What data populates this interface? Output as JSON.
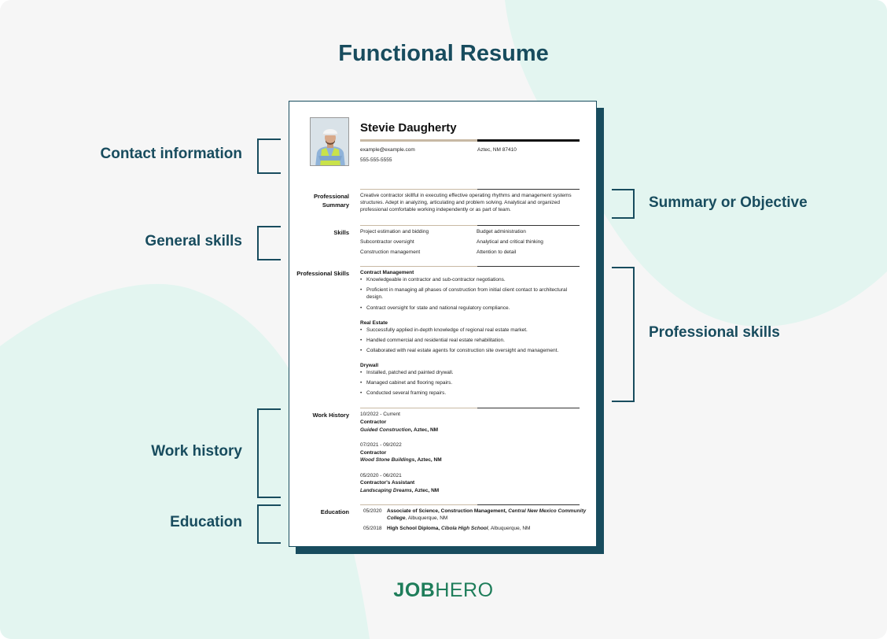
{
  "heading": "Functional Resume",
  "labels": {
    "contact": "Contact information",
    "general_skills": "General skills",
    "work_history": "Work history",
    "education": "Education",
    "summary": "Summary or Objective",
    "professional_skills": "Professional skills"
  },
  "colors": {
    "accent": "#184c5e",
    "tan": "#c8b9a4",
    "blob": "#e3f5f0",
    "brand": "#1e7d5a"
  },
  "resume": {
    "name": "Stevie Daugherty",
    "email": "example@example.com",
    "location": "Aztec, NM 87410",
    "phone": "555-555-5555",
    "summary_title_1": "Professional",
    "summary_title_2": "Summary",
    "summary": "Creative contractor skillful in executing effective operating rhythms and management systems structures. Adept in analyzing, articulating and problem solving. Analytical and organized professional comfortable working independently or as part of team.",
    "skills_title": "Skills",
    "skills": [
      "Project estimation and bidding",
      "Budget administration",
      "Subcontractor oversight",
      "Analytical and critical thinking",
      "Construction management",
      "Attention to detail"
    ],
    "pro_skills_title": "Professional Skills",
    "pro_groups": [
      {
        "title": "Contract Management",
        "items": [
          "Knowledgeable in contractor and sub-contractor negotiations.",
          "Proficient in managing all phases of construction from initial client contact to architectural design.",
          "Contract oversight for state and national regulatory compliance."
        ]
      },
      {
        "title": "Real Estate",
        "items": [
          "Successfully applied in-depth knowledge of regional real estate market.",
          "Handled commercial and residential real estate rehabilitation.",
          "Collaborated with real estate agents for construction site oversight and management."
        ]
      },
      {
        "title": "Drywall",
        "items": [
          "Installed, patched and painted drywall.",
          "Managed cabinet and flooring repairs.",
          "Conducted several framing repairs."
        ]
      }
    ],
    "work_title": "Work History",
    "jobs": [
      {
        "dates": "10/2022 - Current",
        "role": "Contractor",
        "company": "Guided Construction",
        "place": ", Aztec, NM"
      },
      {
        "dates": "07/2021 - 09/2022",
        "role": "Contractor",
        "company": "Wood Stone Buildings",
        "place": ", Aztec, NM"
      },
      {
        "dates": "05/2020 - 06/2021",
        "role": "Contractor's Assistant",
        "company": "Landscaping Dreams",
        "place": ", Aztec, NM"
      }
    ],
    "edu_title": "Education",
    "education": [
      {
        "date": "05/2020",
        "degree": "Associate of Science, Construction Management",
        "sep": ", ",
        "school": "Central New Mexico Community",
        "school_2": "College",
        "place": ", Albuquerque, NM"
      },
      {
        "date": "05/2018",
        "degree": "High School Diploma",
        "sep": ", ",
        "school": "Cibola High School",
        "place": ", Albuquerque, NM"
      }
    ]
  },
  "logo": {
    "strong": "JOB",
    "light": "HERO"
  }
}
